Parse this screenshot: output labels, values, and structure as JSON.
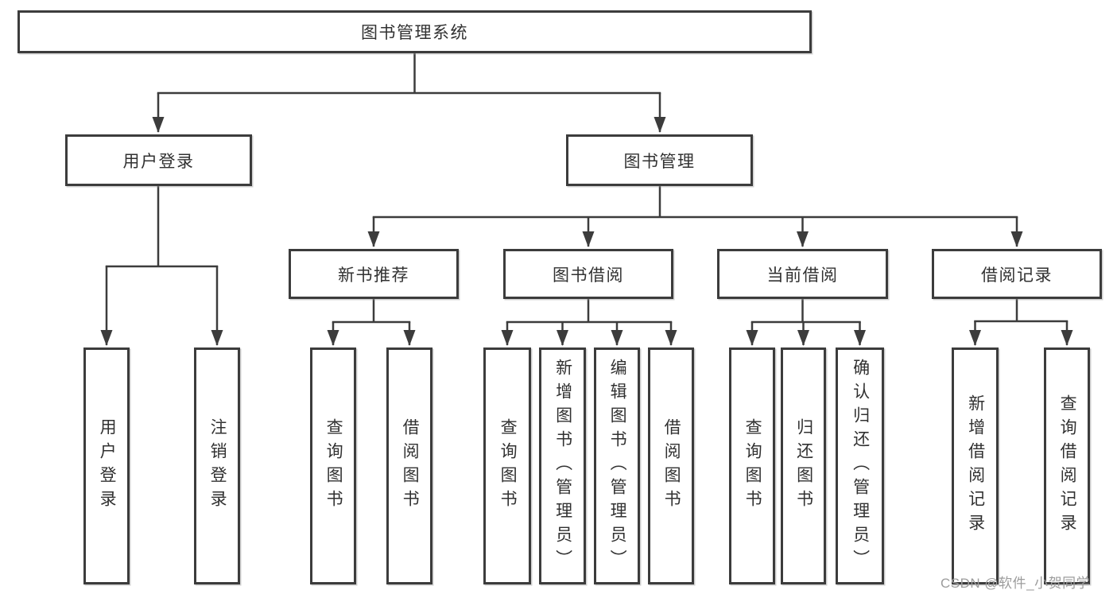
{
  "diagram_type": "hierarchy-tree",
  "watermark": "CSDN @软件_小贺同学",
  "tree": {
    "root": "图书管理系统",
    "children": [
      {
        "label": "用户登录",
        "children": [
          "用户登录",
          "注销登录"
        ]
      },
      {
        "label": "图书管理",
        "children": [
          {
            "label": "新书推荐",
            "children": [
              "查询图书",
              "借阅图书"
            ]
          },
          {
            "label": "图书借阅",
            "children": [
              "查询图书",
              "新增图书（管理员）",
              "编辑图书（管理员）",
              "借阅图书"
            ]
          },
          {
            "label": "当前借阅",
            "children": [
              "查询图书",
              "归还图书",
              "确认归还（管理员）"
            ]
          },
          {
            "label": "借阅记录",
            "children": [
              "新增借阅记录",
              "查询借阅记录"
            ]
          }
        ]
      }
    ]
  }
}
